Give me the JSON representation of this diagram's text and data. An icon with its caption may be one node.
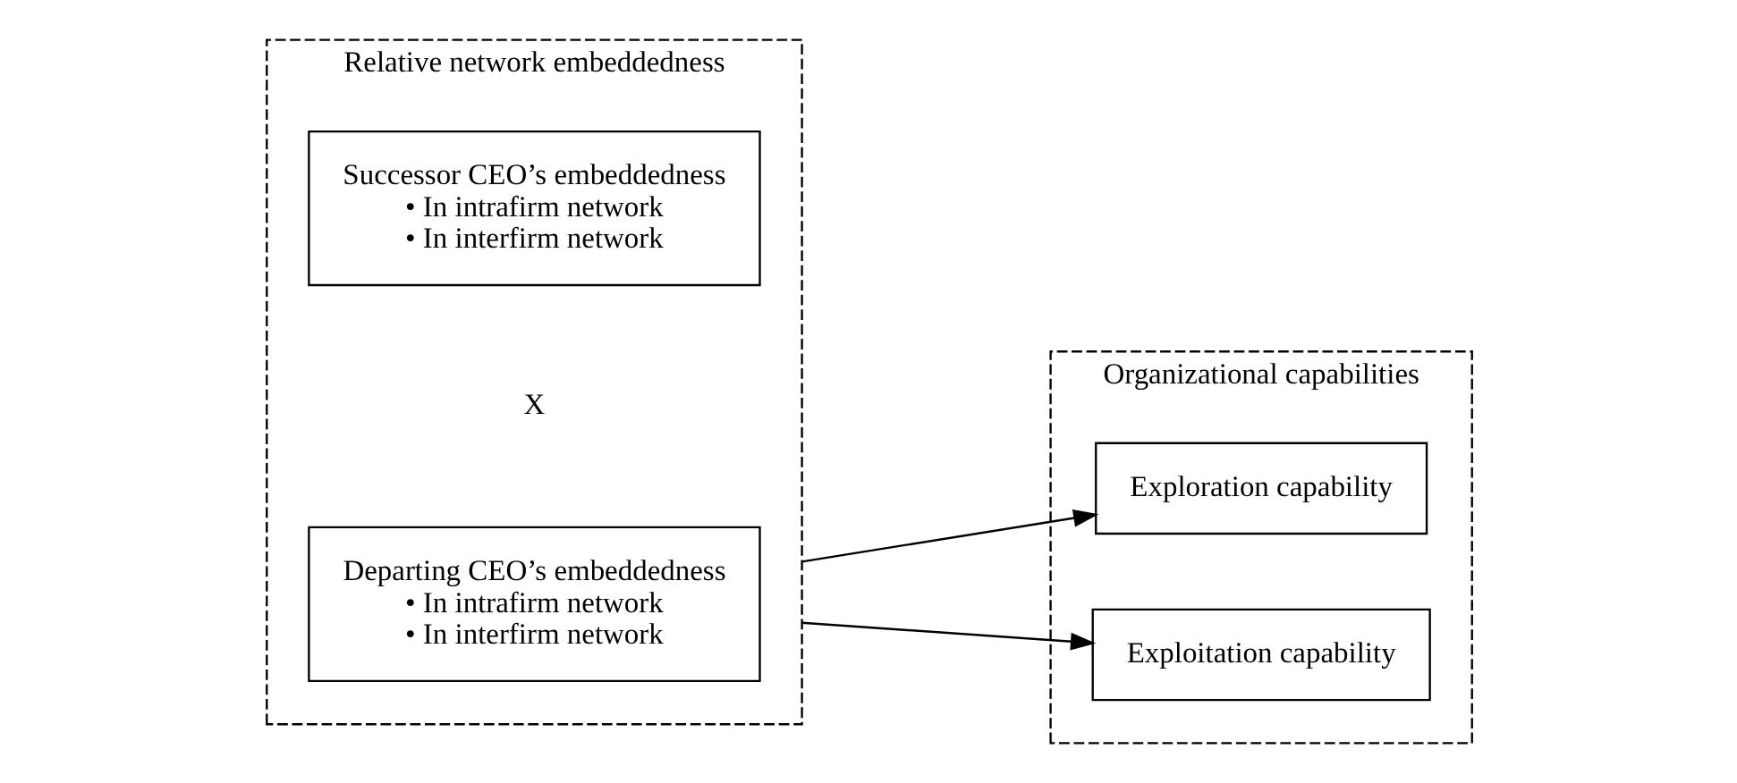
{
  "diagram": {
    "nodes": [
      {
        "text": [
          "Relative network embeddedness"
        ]
      },
      {
        "text": [
          "Departing CEO’s embeddedness",
          "• In intrafirm network",
          "• In interfirm network"
        ],
        "in": 0
      },
      {
        "text": [
          "Successor CEO’s embeddedness",
          "• In intrafirm network",
          "• In interfirm network"
        ],
        "in": 0
      },
      {
        "text": [
          "Organizational capabilities"
        ]
      },
      {
        "text": [
          "Exploitation capability"
        ],
        "in": 3
      },
      {
        "text": [
          "Exploration capability"
        ],
        "in": 3
      }
    ],
    "edges": [
      {
        "from": 0,
        "to": 4,
        "arrow": "to"
      },
      {
        "from": 0,
        "to": 5,
        "arrow": "to"
      }
    ],
    "labels": [
      "X"
    ]
  }
}
